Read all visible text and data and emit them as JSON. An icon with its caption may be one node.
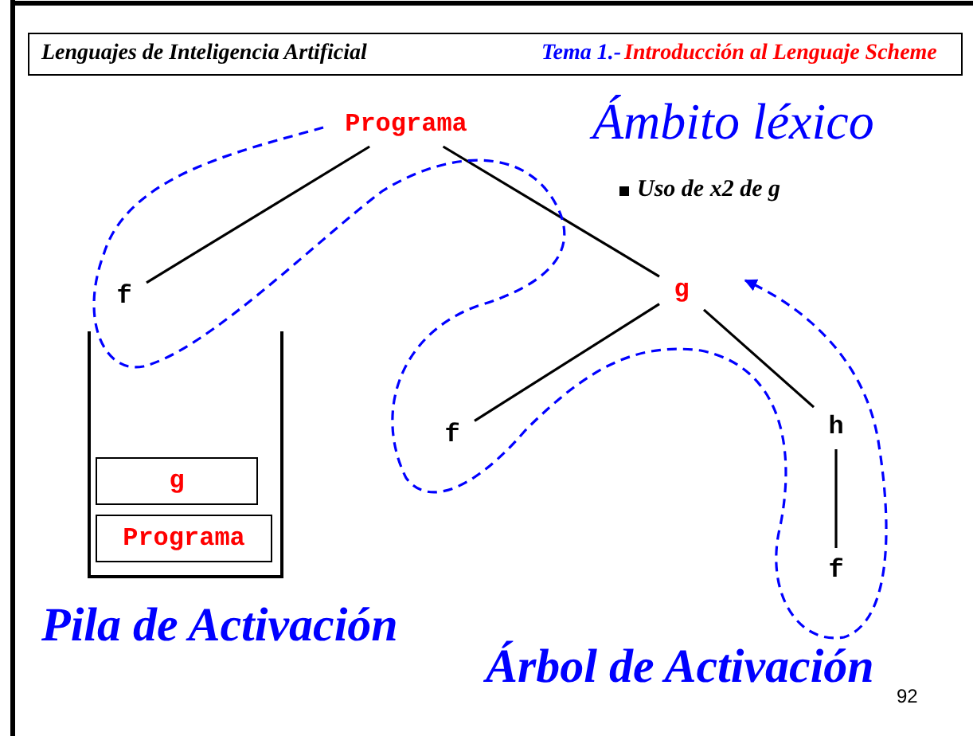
{
  "diagram": {
    "title": "Ámbito léxico",
    "nodes": [
      {
        "text": [
          "Programa"
        ]
      },
      {
        "text": [
          "f"
        ]
      },
      {
        "text": [
          "g"
        ]
      },
      {
        "text": [
          "f"
        ]
      },
      {
        "text": [
          "h"
        ]
      },
      {
        "text": [
          "f"
        ]
      },
      {
        "text": [
          "g"
        ]
      },
      {
        "text": [
          "Programa"
        ]
      }
    ],
    "edges": [
      {
        "from": 0,
        "to": 1,
        "arrow": "none"
      },
      {
        "from": 0,
        "to": 2,
        "arrow": "none"
      },
      {
        "from": 2,
        "to": 3,
        "arrow": "none"
      },
      {
        "from": 2,
        "to": 4,
        "arrow": "none"
      },
      {
        "from": 4,
        "to": 5,
        "arrow": "none"
      },
      {
        "from": 0,
        "to": 2,
        "arrow": "to",
        "style": "dashed",
        "color": "#0000ff"
      }
    ],
    "labels": [
      "Lenguajes de Inteligencia Artificial",
      "Tema 1.-",
      "Introducción al Lenguaje Scheme",
      "Uso de x2 de g",
      "Pila de Activación",
      "Árbol de Activación",
      "92"
    ]
  }
}
